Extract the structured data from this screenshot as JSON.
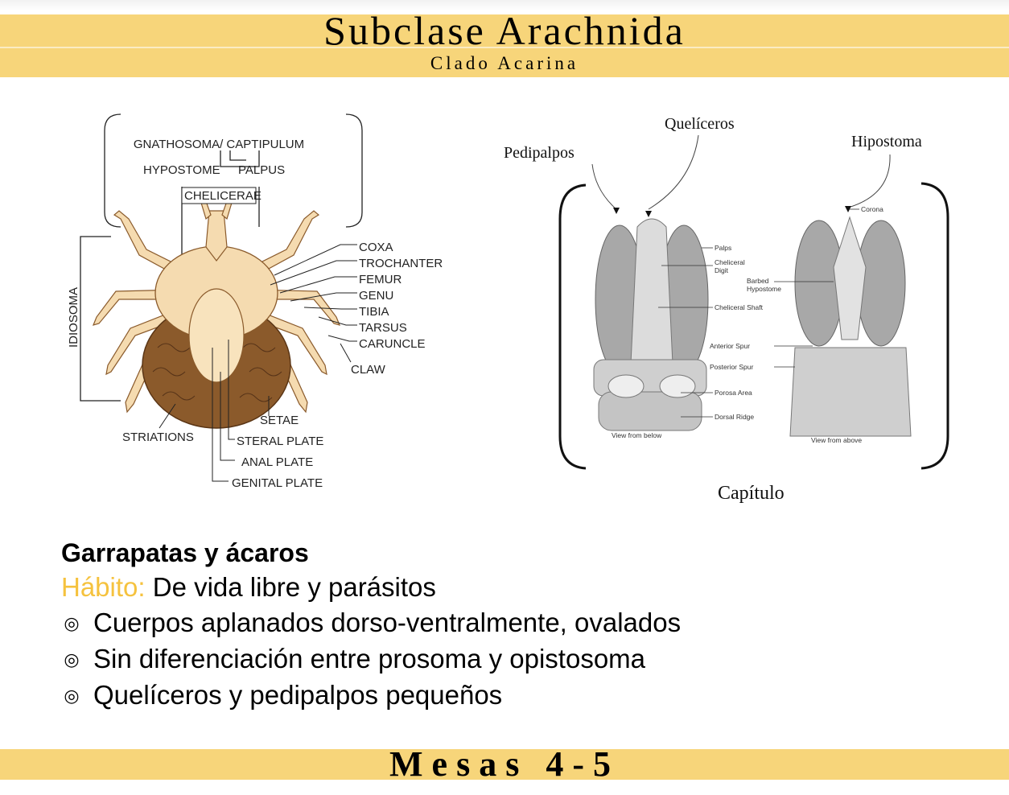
{
  "header": {
    "title": "Subclase Arachnida",
    "subtitle": "Clado Acarina"
  },
  "tick_diagram": {
    "labels": {
      "gnathosoma": "GNATHOSOMA/ CAPTIPULUM",
      "hypostome": "HYPOSTOME",
      "palpus": "PALPUS",
      "chelicerae": "CHELICERAE",
      "idiosoma": "IDIOSOMA",
      "coxa": "COXA",
      "trochanter": "TROCHANTER",
      "femur": "FEMUR",
      "genu": "GENU",
      "tibia": "TIBIA",
      "tarsus": "TARSUS",
      "caruncle": "CARUNCLE",
      "claw": "CLAW",
      "setae": "SETAE",
      "striations": "STRIATIONS",
      "steral_plate": "STERAL PLATE",
      "anal_plate": "ANAL PLATE",
      "genital_plate": "GENITAL PLATE"
    },
    "colors": {
      "body_fill": "#f5dbb0",
      "body_outline": "#8a5a2b",
      "abdomen": "#8b5a2b"
    }
  },
  "capitulum_diagram": {
    "labels": {
      "quelíceros": "Quelíceros",
      "pedipalpos": "Pedipalpos",
      "hipostoma": "Hipostoma",
      "caption": "Capítulo",
      "palps": "Palps",
      "cheliceral_digit_1": "Cheliceral",
      "cheliceral_digit_2": "Digit",
      "barbed_1": "Barbed",
      "barbed_2": "Hypostome",
      "cheliceral_shaft": "Cheliceral Shaft",
      "anterior_spur": "Anterior Spur",
      "posterior_spur": "Posterior Spur",
      "porosa_area": "Porosa Area",
      "dorsal_ridge": "Dorsal Ridge",
      "corona": "Corona",
      "view_below": "View from below",
      "view_above": "View from above"
    }
  },
  "content": {
    "heading": "Garrapatas y ácaros",
    "habit_label": "Hábito:",
    "habit_text": " De vida libre y parásitos",
    "bullets": [
      "Cuerpos aplanados dorso-ventralmente, ovalados",
      "Sin diferenciación entre prosoma y opistosoma",
      "Quelíceros y pedipalpos pequeños"
    ],
    "bullet_symbol": "◎",
    "habit_color": "#f5c23e"
  },
  "footer": {
    "text": "Mesas 4-5"
  },
  "theme": {
    "band_color": "#f7d57a"
  }
}
